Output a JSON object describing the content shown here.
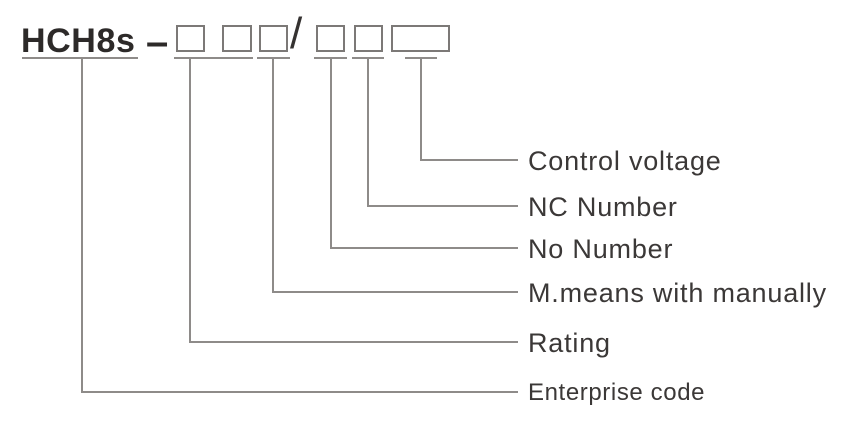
{
  "diagram": {
    "model_prefix": "HCH8s",
    "dash": "–",
    "slash": "/",
    "fields": [
      {
        "label": "Control voltage"
      },
      {
        "label": "NC Number"
      },
      {
        "label": "No Number"
      },
      {
        "label": "M.means with manually"
      },
      {
        "label": "Rating"
      },
      {
        "label": "Enterprise code"
      }
    ],
    "colors": {
      "line": "#8e8b89",
      "box_border": "#7c7977",
      "title_text": "#2d2a29",
      "label_text": "#3b3837"
    }
  }
}
